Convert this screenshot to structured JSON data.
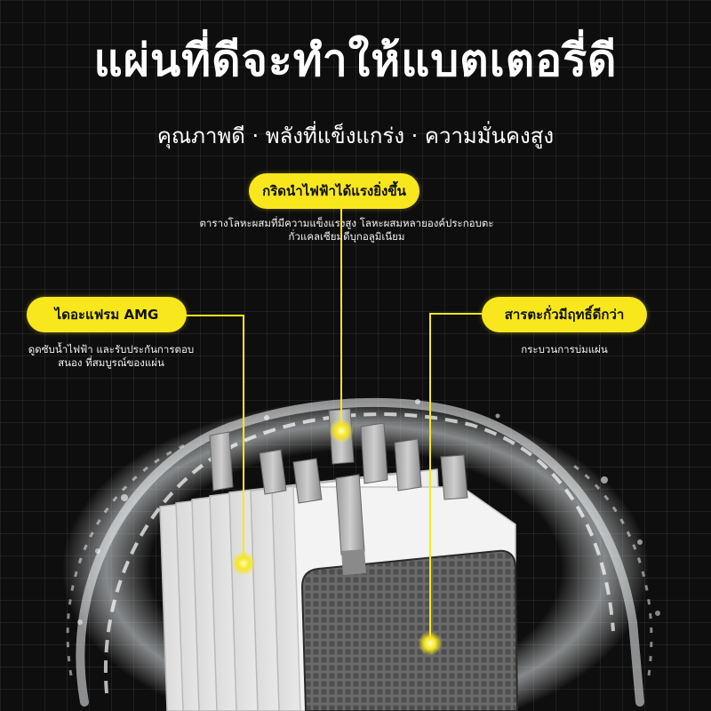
{
  "headline": "แผ่นที่ดีจะทำให้แบตเตอรี่ดี",
  "subheadline": "คุณภาพดี · พลังที่แข็งแกร่ง · ความมั่นคงสูง",
  "callouts": {
    "grid": {
      "label": "กริดนำไฟฟ้าได้แรงยิ่งขึ้น",
      "desc_line1": "ตารางโลหะผสมที่มีความแข็งแรงสูง โลหะผสมหลายองค์ประกอบตะ",
      "desc_line2": "กั่วแคลเซียมดีบุกอลูมิเนียม"
    },
    "separator": {
      "label": "ไดอะแฟรม AMG",
      "desc_line1": "ดูดซับน้ำไฟฟ้า และรับประกันการตอบ",
      "desc_line2": "สนอง ที่สมบูรณ์ของแผ่น"
    },
    "paste": {
      "label": "สารตะกั่วมีฤทธิ์ดีกว่า",
      "desc_line1": "กระบวนการบ่มแผ่น"
    }
  },
  "colors": {
    "accent": "#f8e71c",
    "background": "#0e0e0e",
    "text": "#ffffff"
  }
}
